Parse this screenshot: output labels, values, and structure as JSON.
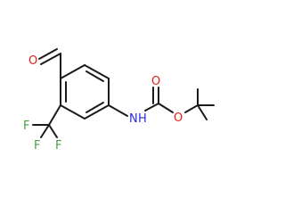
{
  "molecule": {
    "atoms": {
      "aldehyde_o": "O",
      "carbamate_o_double": "O",
      "carbamate_o_ester": "O",
      "amine_n": "N",
      "amine_h": "H",
      "fluorine_1": "F",
      "fluorine_2": "F",
      "fluorine_3": "F"
    }
  },
  "colors": {
    "bond": "#1a1a1a",
    "oxygen": "#e0201b",
    "nitrogen": "#2a2ad6",
    "fluorine": "#43a047"
  }
}
